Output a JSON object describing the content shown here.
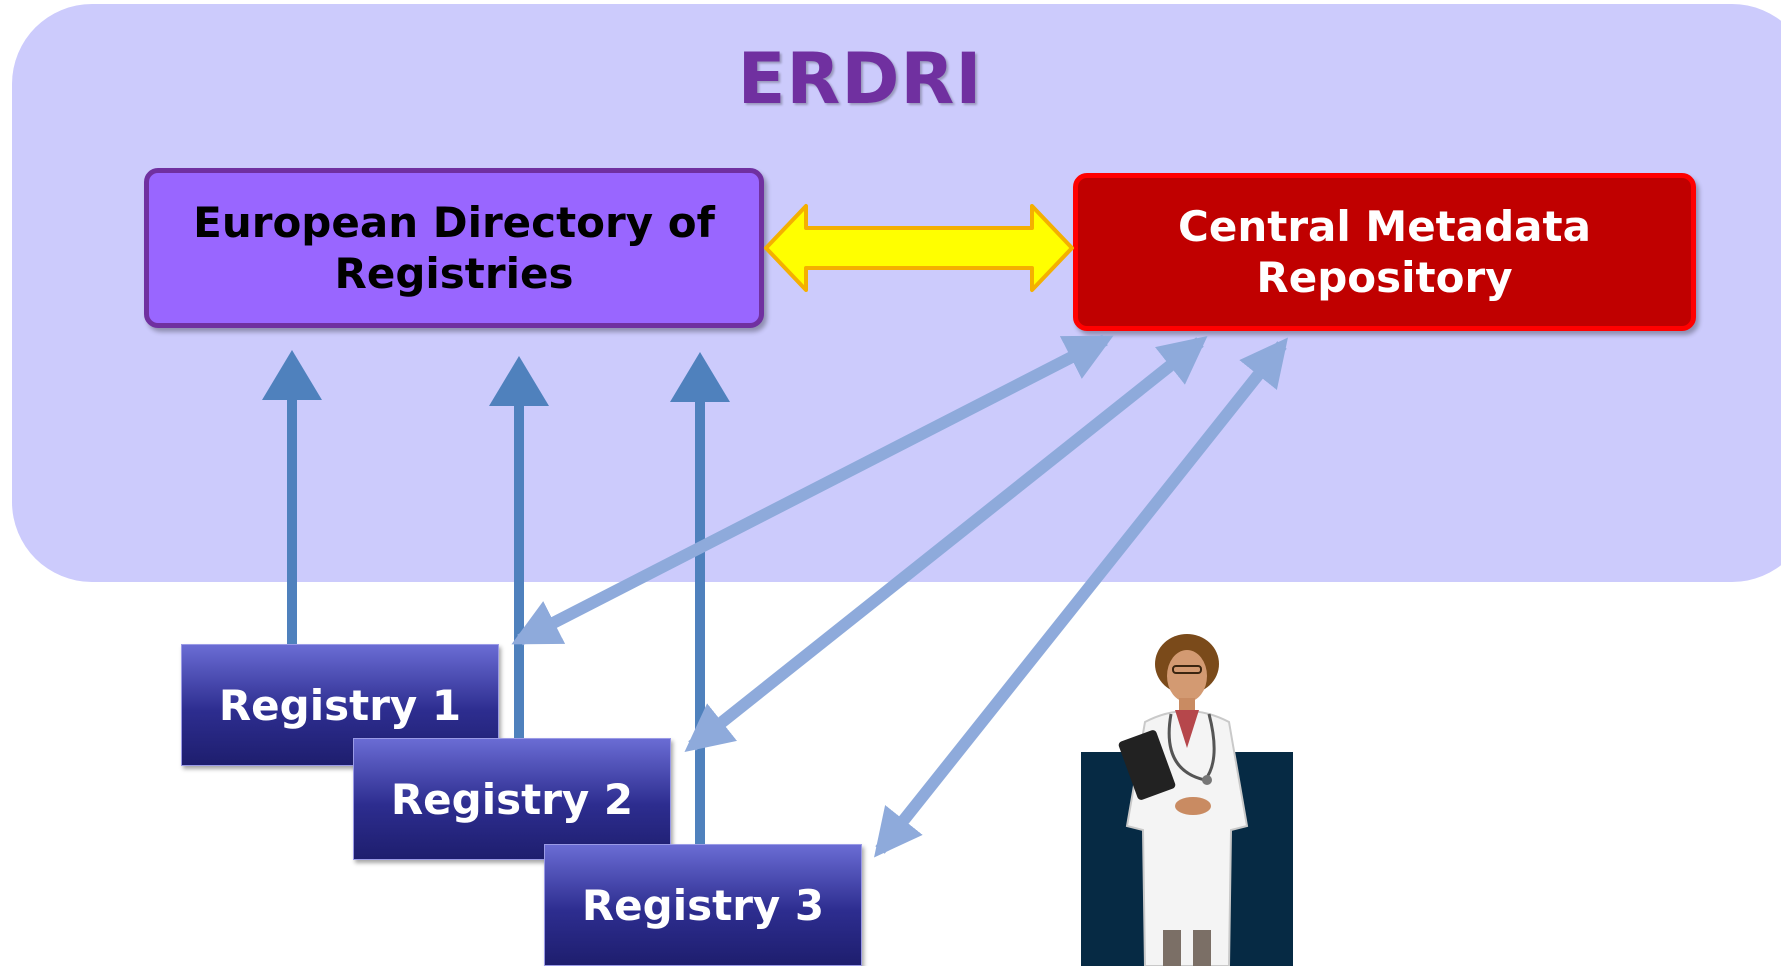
{
  "title": "ERDRI",
  "boxes": {
    "european_directory": "European Directory of\nRegistries",
    "central_metadata": "Central Metadata\nRepository"
  },
  "registries": [
    "Registry 1",
    "Registry 2",
    "Registry 3"
  ],
  "colors": {
    "panel": "#cccbfc",
    "title": "#7030a0",
    "edr_fill": "#9966ff",
    "cmr_fill": "#c00000",
    "arrow_dark": "#4f81bd",
    "arrow_light": "#8eaadb",
    "double_arrow": "#ffff00"
  },
  "icons": [
    "doctor-illustration"
  ]
}
